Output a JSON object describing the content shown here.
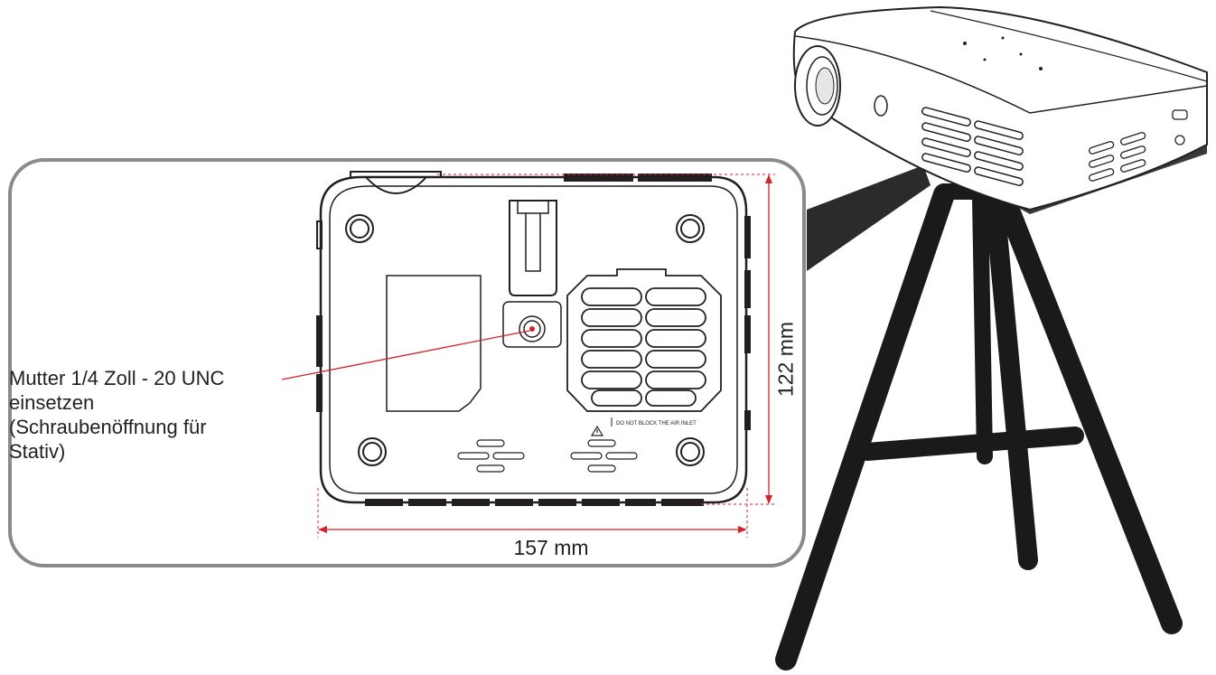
{
  "callout": {
    "lines": [
      "Mutter 1/4 Zoll - 20 UNC",
      "einsetzen",
      "(Schraubenöffnung für",
      "Stativ)"
    ]
  },
  "dimensions": {
    "width": "157 mm",
    "height": "122 mm"
  },
  "label_on_device": "DO NOT BLOCK THE AIR INLET",
  "colors": {
    "frame": "#8a8a8a",
    "line": "#231f20",
    "dimension": "#d2232a",
    "tripod": "#1a1a1a",
    "shadow": "#2b2b2b"
  }
}
